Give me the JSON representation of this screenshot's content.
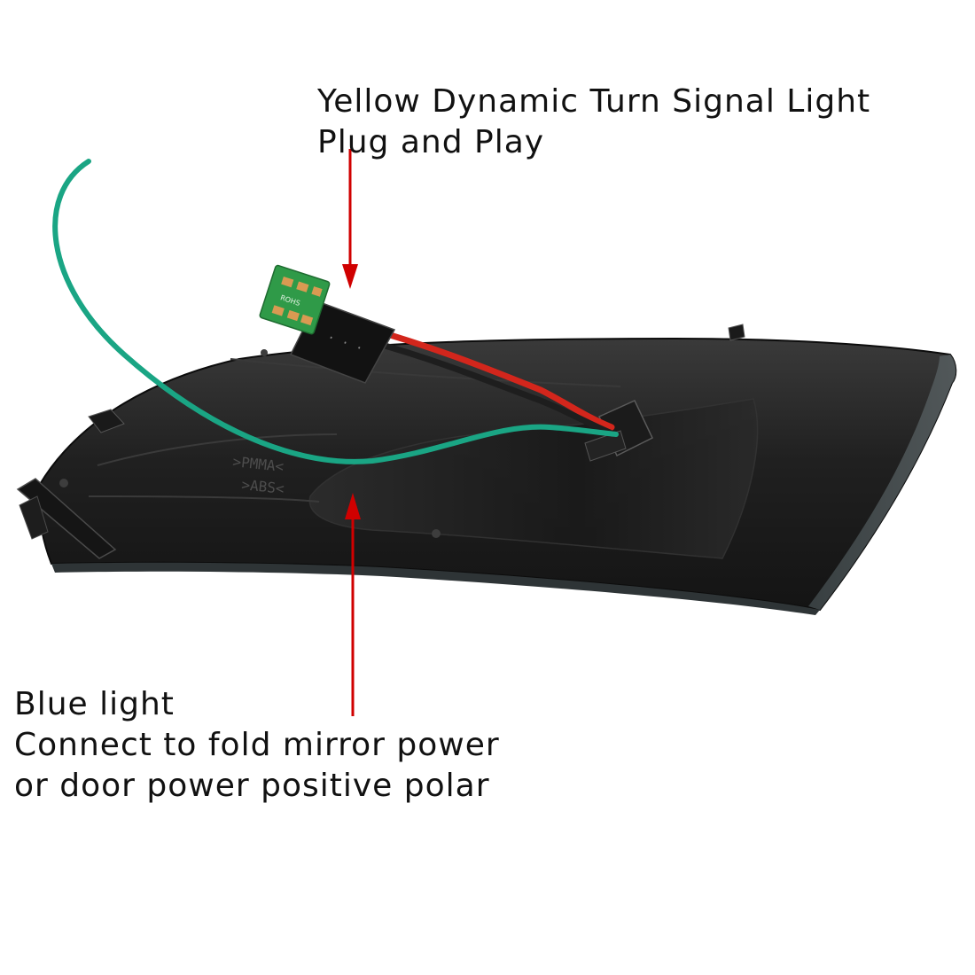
{
  "annotations": {
    "top": {
      "line1": "Yellow Dynamic Turn Signal Light",
      "line2": "Plug and Play"
    },
    "bottom": {
      "line1": "Blue light",
      "line2": "Connect to fold mirror power",
      "line3": "or door power positive polar"
    }
  },
  "housing_marks": {
    "mark1": ">PMMA<",
    "mark2": ">ABS<"
  },
  "pcb_mark": "ROHS",
  "colors": {
    "arrow": "#d00000",
    "wire_green": "#1aa584",
    "wire_red": "#d3261c",
    "wire_black": "#1e1e1e",
    "housing": "#232323"
  }
}
